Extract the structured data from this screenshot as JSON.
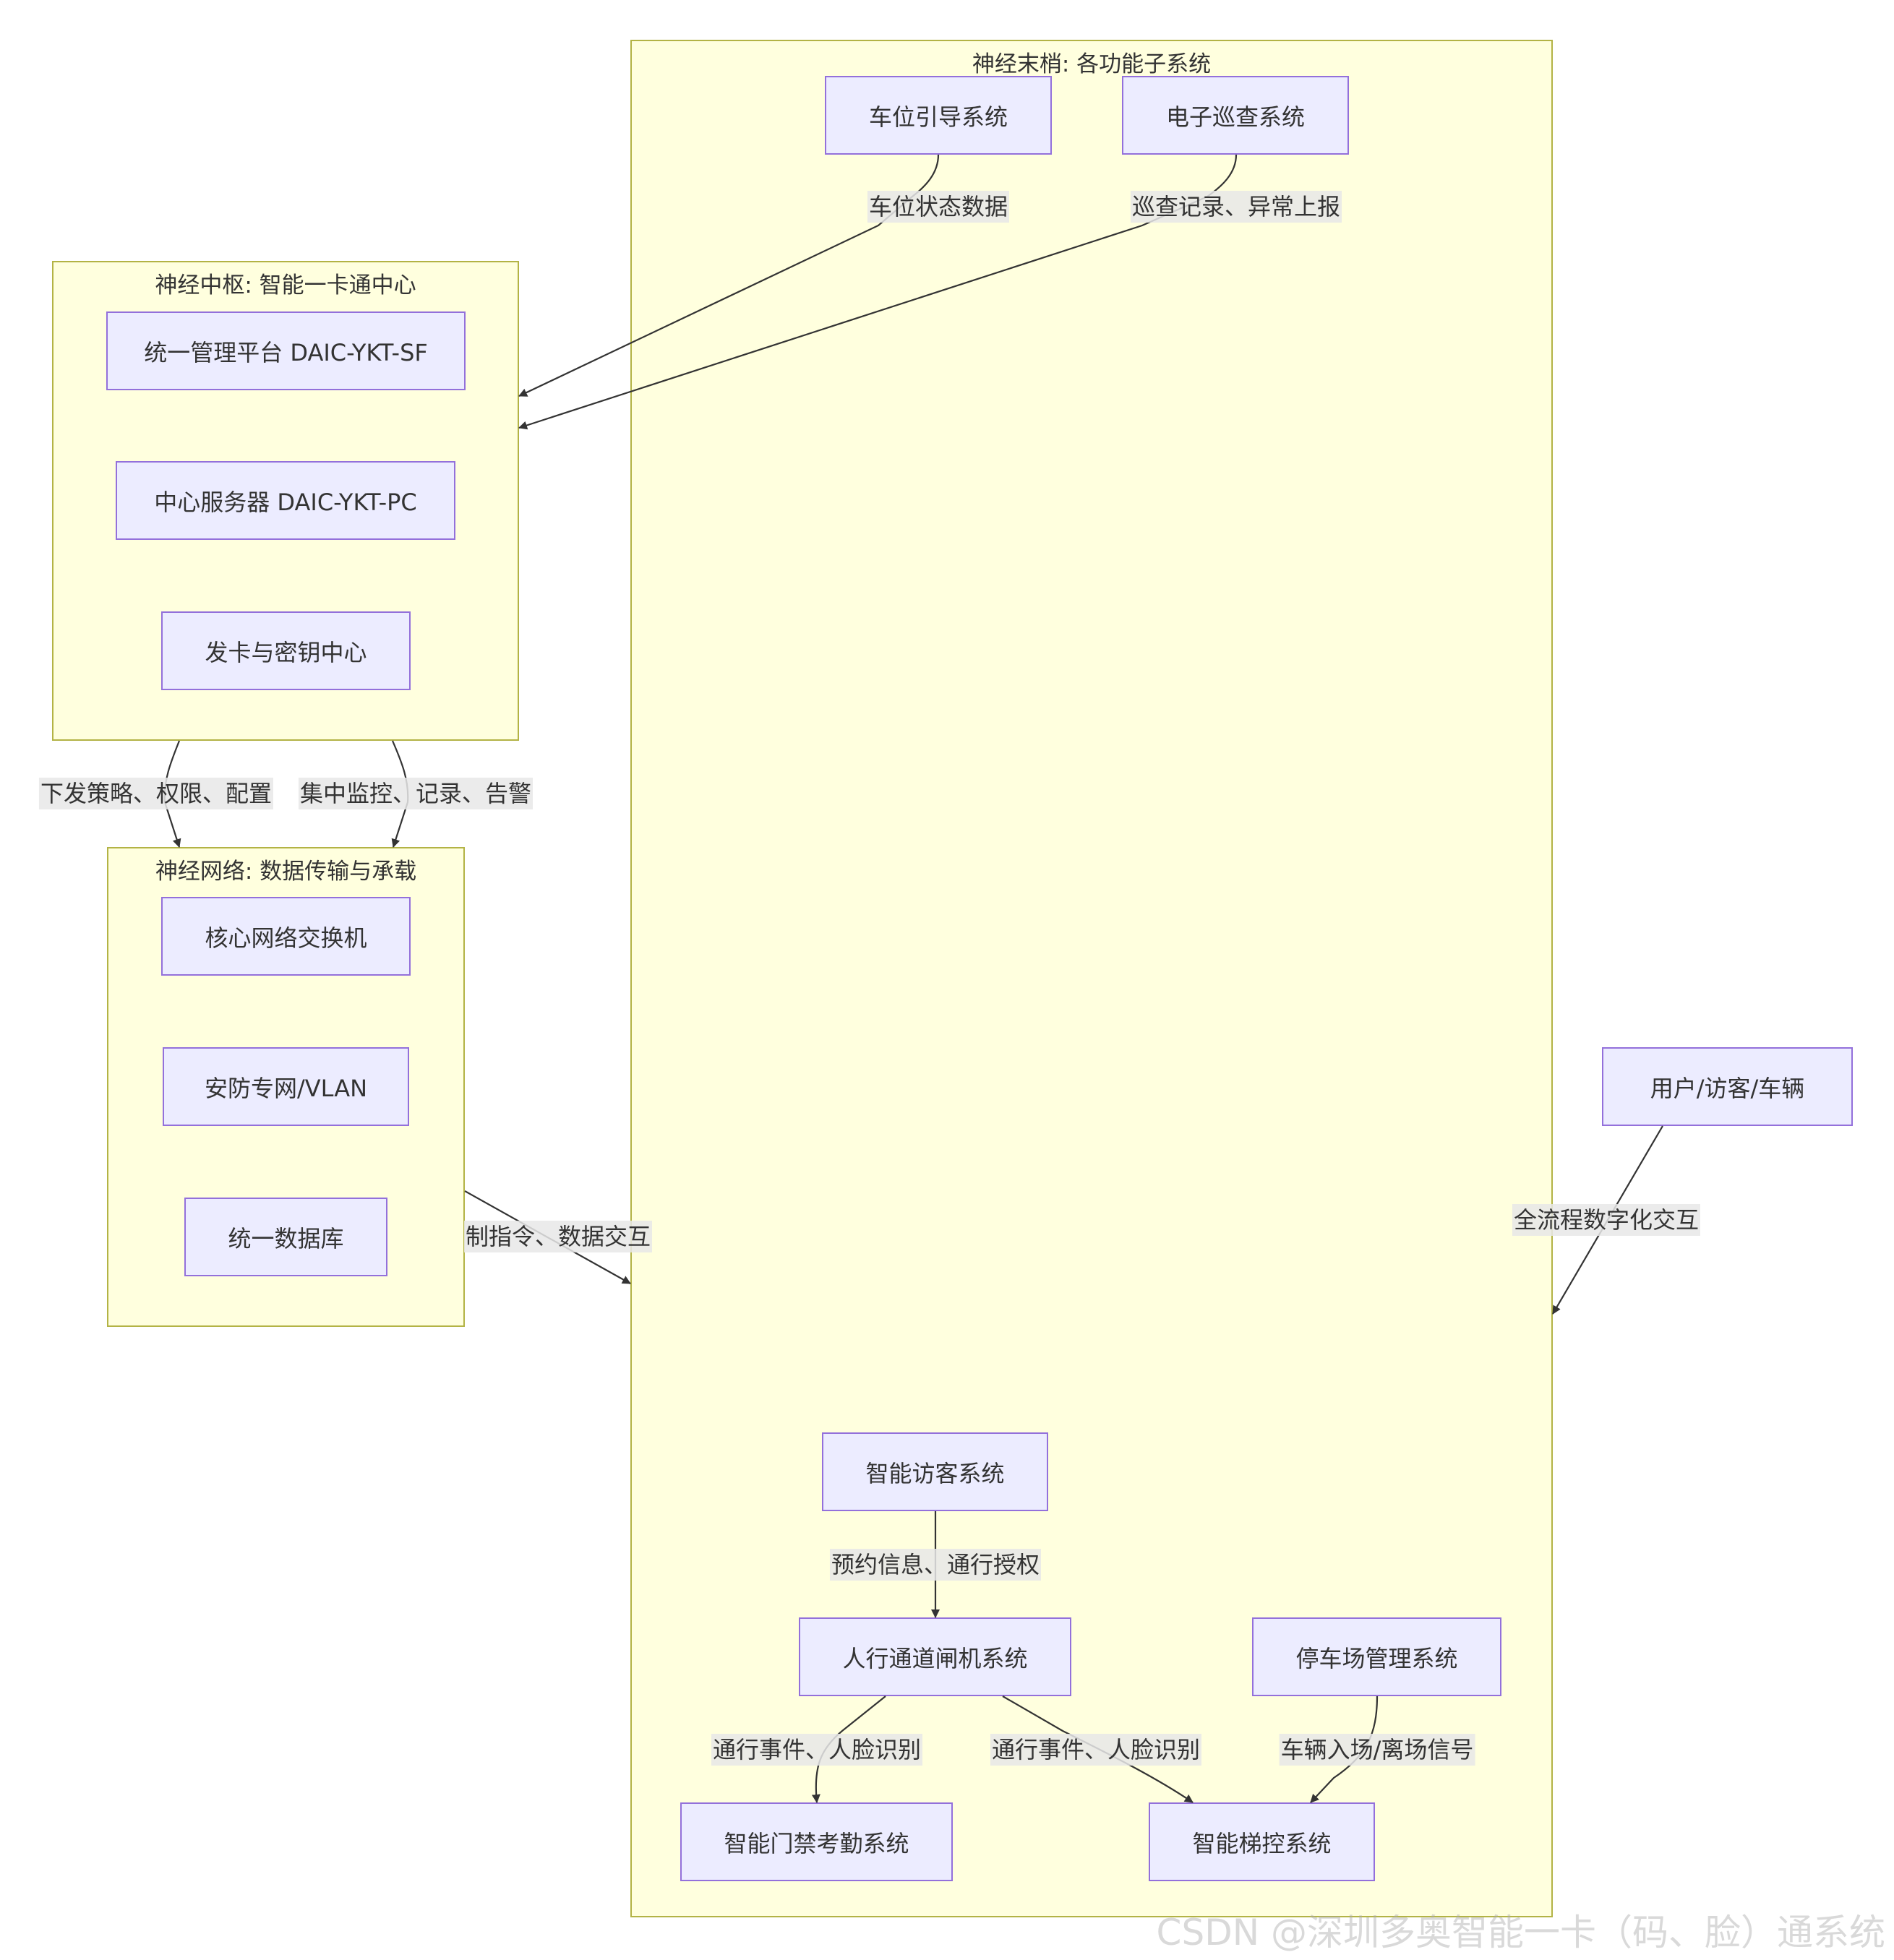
{
  "clusters": {
    "terminal": {
      "title": "神经末梢: 各功能子系统"
    },
    "center": {
      "title": "神经中枢: 智能一卡通中心"
    },
    "network": {
      "title": "神经网络: 数据传输与承载"
    }
  },
  "nodes": {
    "parking_guide": "车位引导系统",
    "patrol": "电子巡查系统",
    "mgmt_platform": "统一管理平台 DAIC-YKT-SF",
    "center_server": "中心服务器 DAIC-YKT-PC",
    "card_key": "发卡与密钥中心",
    "core_switch": "核心网络交换机",
    "security_vlan": "安防专网/VLAN",
    "unified_db": "统一数据库",
    "users": "用户/访客/车辆",
    "visitor": "智能访客系统",
    "gate": "人行通道闸机系统",
    "parking_mgmt": "停车场管理系统",
    "access": "智能门禁考勤系统",
    "elevator": "智能梯控系统"
  },
  "edge_labels": {
    "parking_status": "车位状态数据",
    "patrol_report": "巡查记录、异常上报",
    "policy": "下发策略、权限、配置",
    "monitor": "集中监控、记录、告警",
    "control": "制指令、数据交互",
    "digital": "全流程数字化交互",
    "visitor_auth": "预约信息、通行授权",
    "gate_event_1": "通行事件、人脸识别",
    "gate_event_2": "通行事件、人脸识别",
    "vehicle_signal": "车辆入场/离场信号"
  },
  "watermark": "CSDN @深圳多奥智能一卡（码、脸）通系统"
}
